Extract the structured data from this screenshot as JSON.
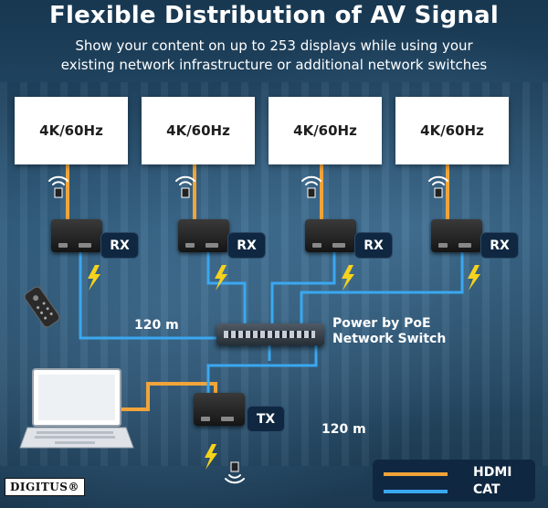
{
  "header": {
    "title": "Flexible Distribution of AV Signal",
    "subtitle_line1": "Show your content on up to 253 displays while using your",
    "subtitle_line2": "existing network infrastructure or additional network switches"
  },
  "displays": [
    {
      "label": "4K/60Hz"
    },
    {
      "label": "4K/60Hz"
    },
    {
      "label": "4K/60Hz"
    },
    {
      "label": "4K/60Hz"
    }
  ],
  "receivers": [
    {
      "tag": "RX"
    },
    {
      "tag": "RX"
    },
    {
      "tag": "RX"
    },
    {
      "tag": "RX"
    }
  ],
  "transmitter": {
    "tag": "TX"
  },
  "switch_label": {
    "line1": "Power by PoE",
    "line2": "Network Switch"
  },
  "distances": {
    "upper": "120 m",
    "lower": "120 m"
  },
  "legend": {
    "hdmi": {
      "label": "HDMI",
      "color": "#f0a43a"
    },
    "cat": {
      "label": "CAT",
      "color": "#3aa8f0"
    }
  },
  "brand": "DIGITUS®",
  "icons": {
    "power": "lightning-bolt-icon",
    "wireless": "ir-wireless-icon",
    "remote": "remote-control-icon",
    "laptop": "laptop-icon",
    "switch": "network-switch-icon"
  }
}
